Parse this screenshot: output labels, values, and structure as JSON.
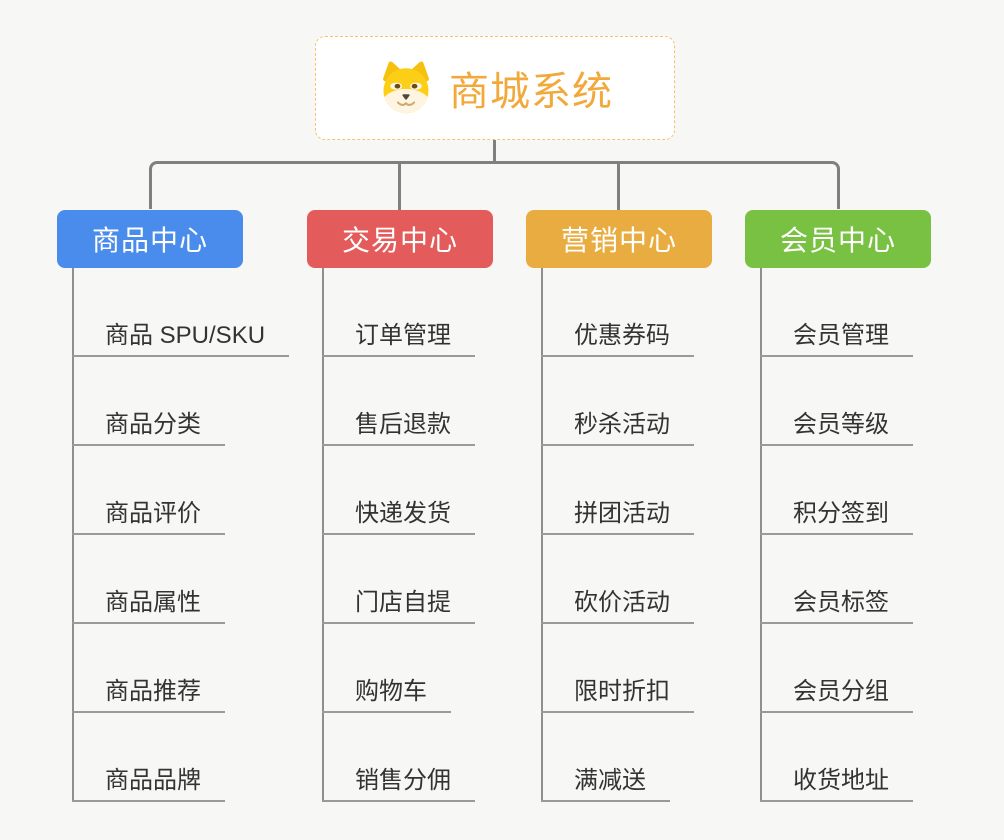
{
  "root": {
    "label": "商城系统",
    "text_color": "#f2a93b",
    "border_color": "#f3c46c",
    "icon": "shiba-dog-icon"
  },
  "connector_color": "#808080",
  "branches": [
    {
      "label": "商品中心",
      "color": "#4a8ceb",
      "children": [
        "商品 SPU/SKU",
        "商品分类",
        "商品评价",
        "商品属性",
        "商品推荐",
        "商品品牌"
      ]
    },
    {
      "label": "交易中心",
      "color": "#e45b5b",
      "children": [
        "订单管理",
        "售后退款",
        "快递发货",
        "门店自提",
        "购物车",
        "销售分佣"
      ]
    },
    {
      "label": "营销中心",
      "color": "#e9ac40",
      "children": [
        "优惠券码",
        "秒杀活动",
        "拼团活动",
        "砍价活动",
        "限时折扣",
        "满减送"
      ]
    },
    {
      "label": "会员中心",
      "color": "#79c143",
      "children": [
        "会员管理",
        "会员等级",
        "积分签到",
        "会员标签",
        "会员分组",
        "收货地址"
      ]
    }
  ]
}
